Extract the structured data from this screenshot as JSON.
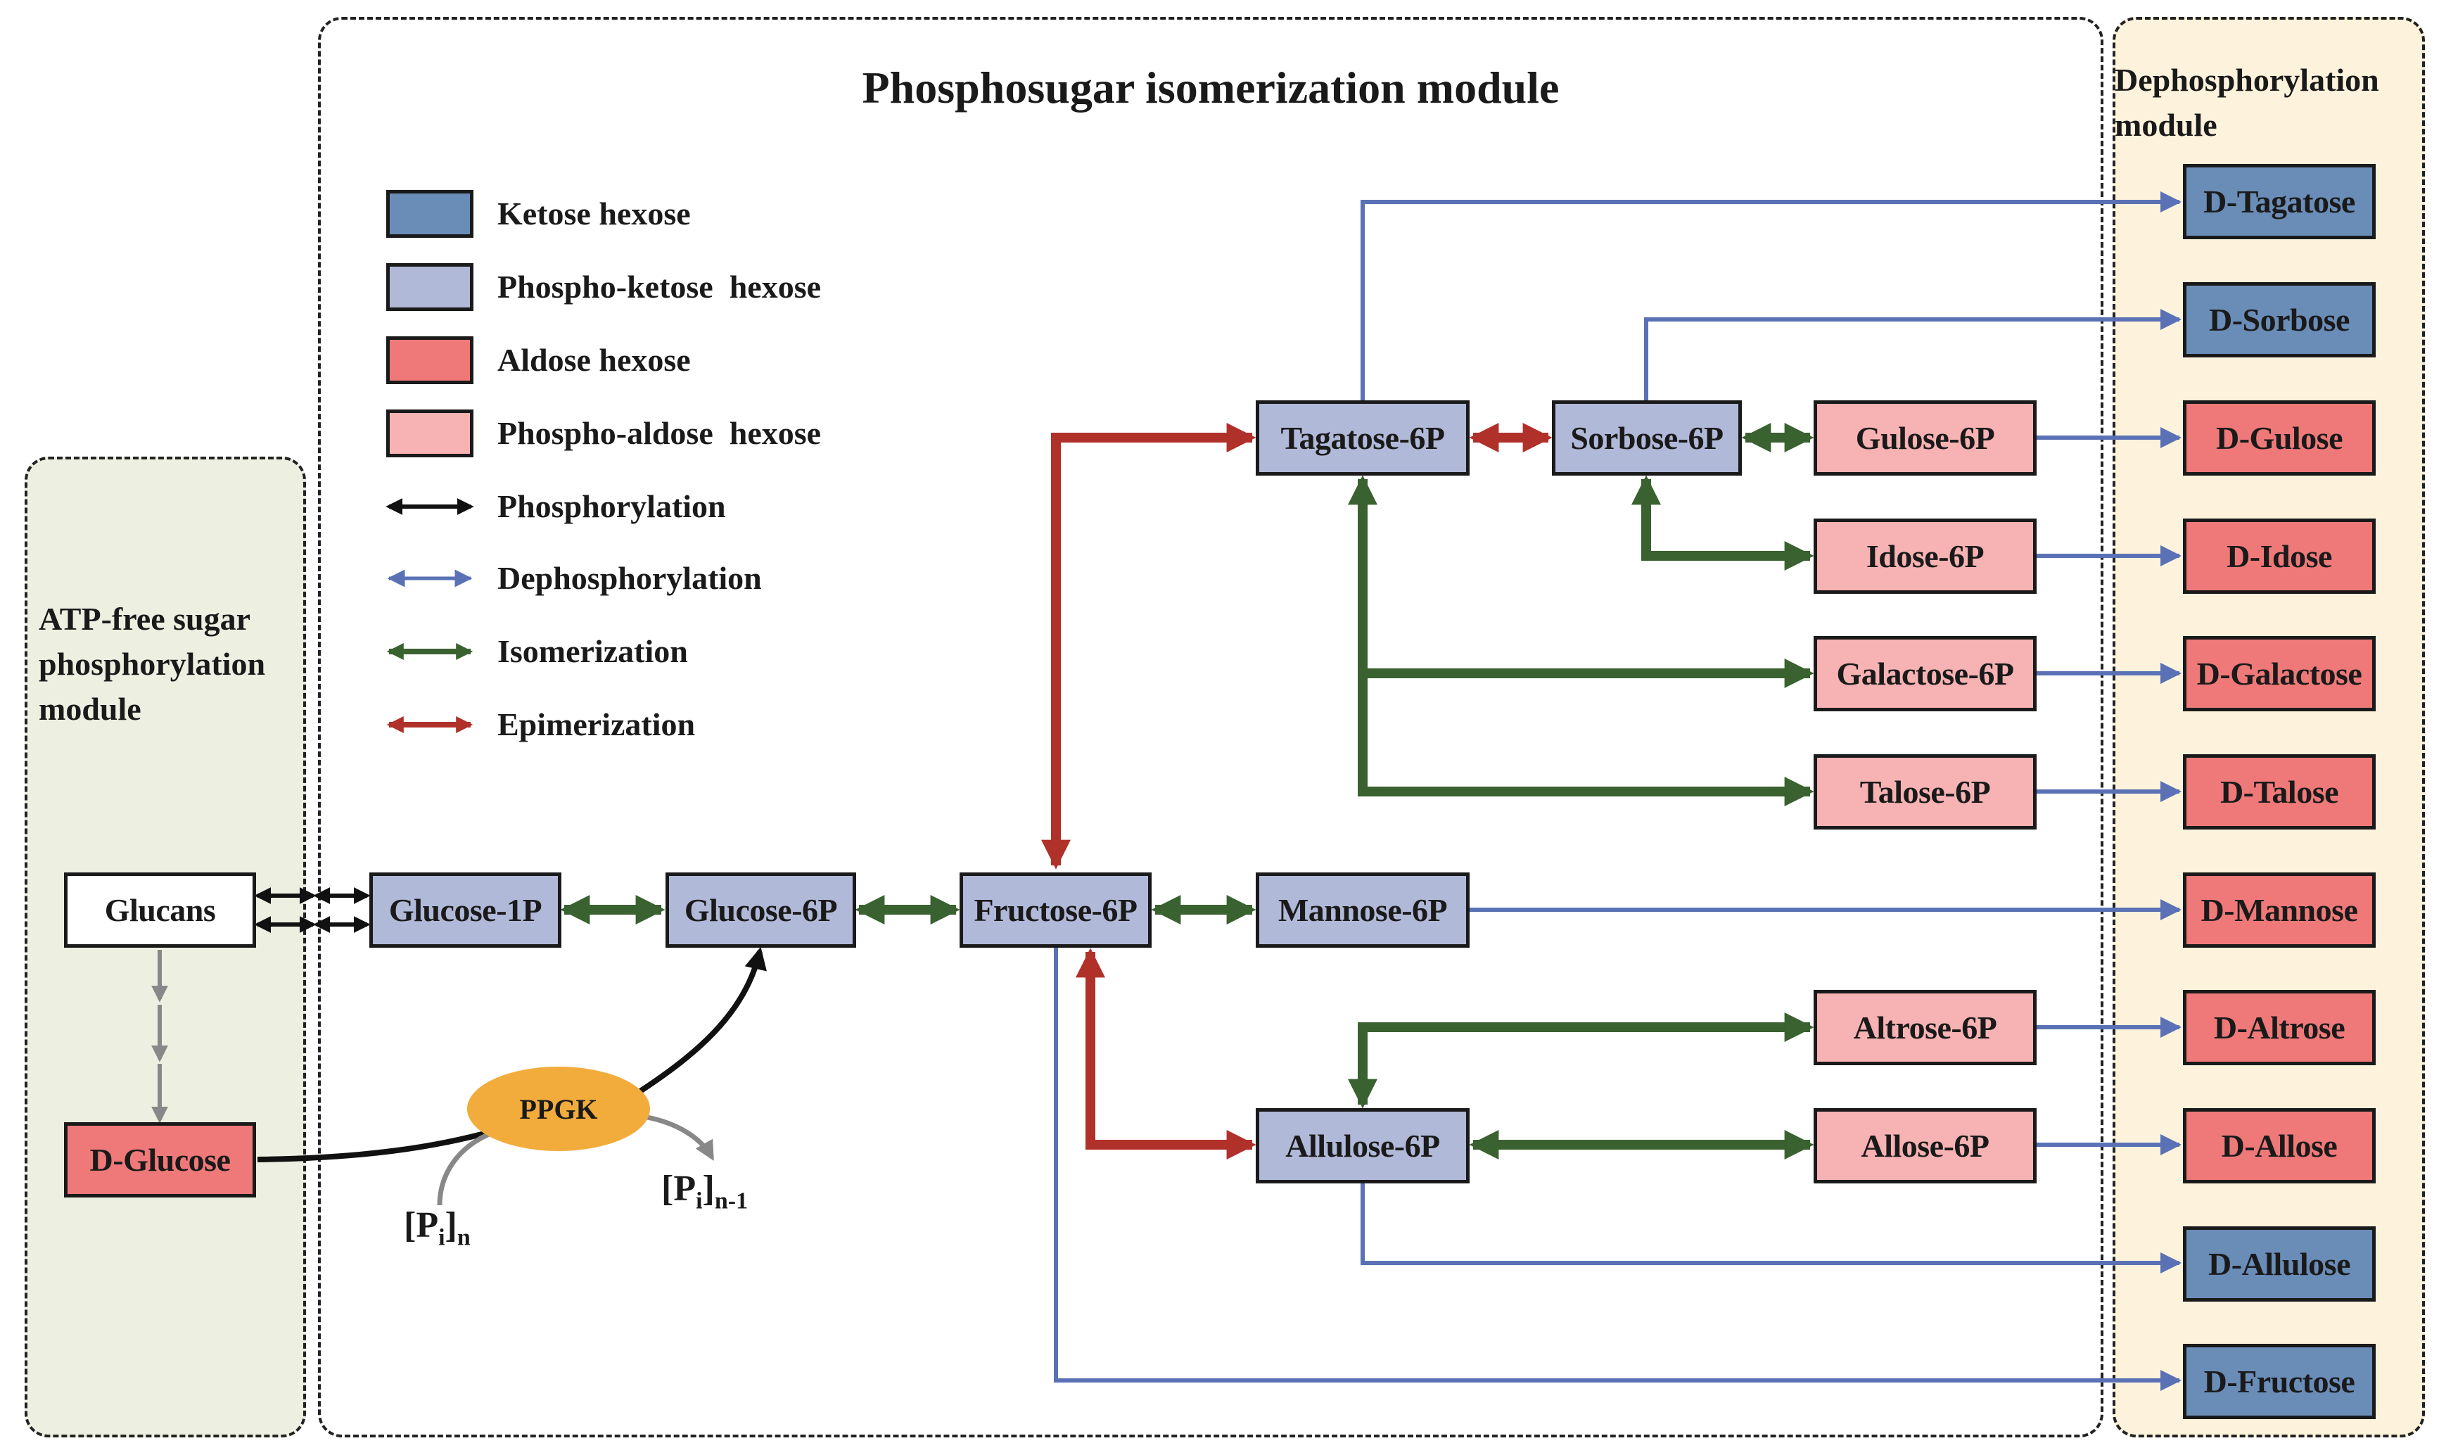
{
  "title": "Phosphosugar isomerization module",
  "modules": {
    "left": "ATP-free sugar phosphorylation module",
    "left_lines": [
      "ATP-free sugar",
      "phosphorylation",
      "module"
    ],
    "right_lines": [
      "Dephosphorylation",
      "module"
    ]
  },
  "legend": {
    "boxes": [
      {
        "label": "Ketose hexose",
        "color": "#6a8db8"
      },
      {
        "label": "Phospho-ketose  hexose",
        "color": "#b0b9d8"
      },
      {
        "label": "Aldose hexose",
        "color": "#ef7979"
      },
      {
        "label": "Phospho-aldose  hexose",
        "color": "#f7b2b3"
      }
    ],
    "arrows": [
      {
        "label": "Phosphorylation",
        "color": "#111111"
      },
      {
        "label": "Dephosphorylation",
        "color": "#5a72b5"
      },
      {
        "label": "Isomerization",
        "color": "#3a6130"
      },
      {
        "label": "Epimerization",
        "color": "#b0302a"
      }
    ]
  },
  "nodes": {
    "glucans": "Glucans",
    "d_glucose": "D-Glucose",
    "glucose_1p": "Glucose-1P",
    "glucose_6p": "Glucose-6P",
    "fructose_6p": "Fructose-6P",
    "mannose_6p": "Mannose-6P",
    "tagatose_6p": "Tagatose-6P",
    "sorbose_6p": "Sorbose-6P",
    "gulose_6p": "Gulose-6P",
    "idose_6p": "Idose-6P",
    "galactose_6p": "Galactose-6P",
    "talose_6p": "Talose-6P",
    "altrose_6p": "Altrose-6P",
    "allulose_6p": "Allulose-6P",
    "allose_6p": "Allose-6P",
    "d_tagatose": "D-Tagatose",
    "d_sorbose": "D-Sorbose",
    "d_gulose": "D-Gulose",
    "d_idose": "D-Idose",
    "d_galactose": "D-Galactose",
    "d_talose": "D-Talose",
    "d_mannose": "D-Mannose",
    "d_altrose": "D-Altrose",
    "d_allose": "D-Allose",
    "d_allulose": "D-Allulose",
    "d_fructose": "D-Fructose"
  },
  "enzyme": "PPGK",
  "pi_in": {
    "base": "[P",
    "sub_i": "i",
    "close": "]",
    "sub": "n"
  },
  "pi_out": {
    "base": "[P",
    "sub_i": "i",
    "close": "]",
    "sub": "n-1"
  }
}
